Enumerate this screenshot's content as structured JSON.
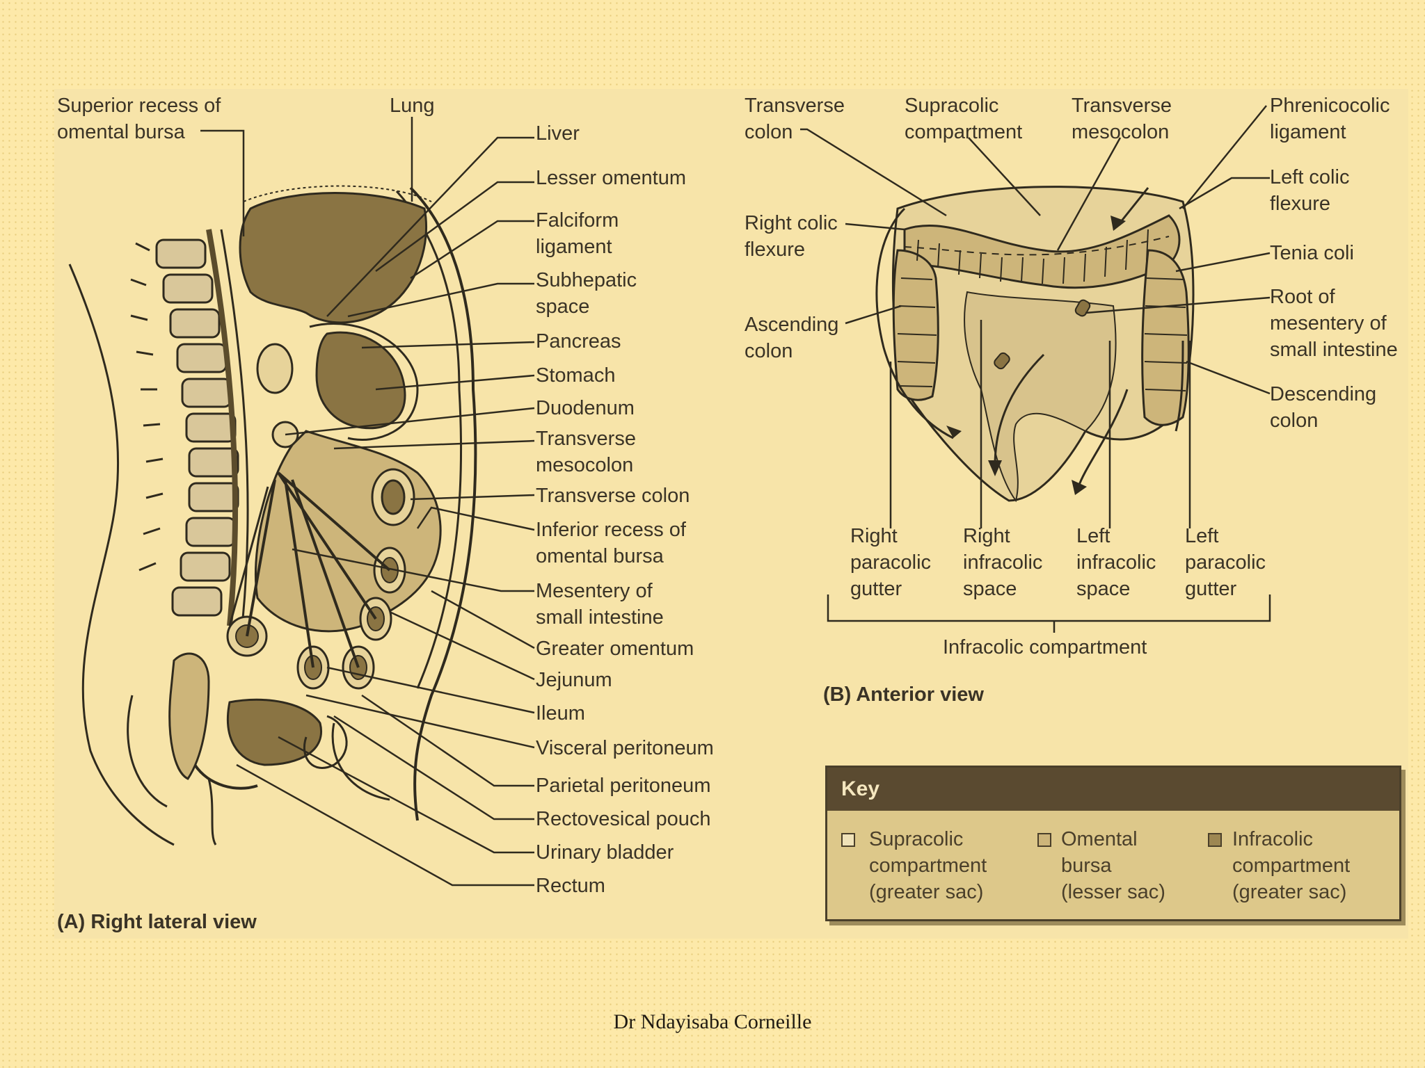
{
  "panel_a": {
    "caption": "(A) Right lateral view",
    "labels": {
      "superior_recess": "Superior recess of\nomental bursa",
      "lung": "Lung",
      "liver": "Liver",
      "lesser_omentum": "Lesser omentum",
      "falciform": "Falciform\nligament",
      "subhepatic": "Subhepatic\nspace",
      "pancreas": "Pancreas",
      "stomach": "Stomach",
      "duodenum": "Duodenum",
      "transverse_mesocolon": "Transverse\nmesocolon",
      "transverse_colon": "Transverse colon",
      "inferior_recess": "Inferior recess of\nomental bursa",
      "mesentery": "Mesentery of\nsmall intestine",
      "greater_omentum": "Greater omentum",
      "jejunum": "Jejunum",
      "ileum": "Ileum",
      "visceral_peritoneum": "Visceral peritoneum",
      "parietal_peritoneum": "Parietal peritoneum",
      "rectovesical_pouch": "Rectovesical pouch",
      "urinary_bladder": "Urinary bladder",
      "rectum": "Rectum"
    }
  },
  "panel_b": {
    "caption": "(B) Anterior view",
    "labels": {
      "transverse_colon": "Transverse\ncolon",
      "supracolic_compartment": "Supracolic\ncompartment",
      "transverse_mesocolon": "Transverse\nmesocolon",
      "phrenicocolic": "Phrenicocolic\nligament",
      "left_colic_flexure": "Left colic\nflexure",
      "right_colic_flexure": "Right colic\nflexure",
      "tenia_coli": "Tenia coli",
      "root_mesentery": "Root of\nmesentery of\nsmall intestine",
      "ascending_colon": "Ascending\ncolon",
      "descending_colon": "Descending\ncolon",
      "right_paracolic": "Right\nparacolic\ngutter",
      "right_infracolic": "Right\ninfracolic\nspace",
      "left_infracolic": "Left\ninfracolic\nspace",
      "left_paracolic": "Left\nparacolic\ngutter",
      "infracolic_compartment": "Infracolic compartment"
    }
  },
  "key": {
    "title": "Key",
    "items": [
      {
        "label": "Supracolic\ncompartment\n(greater sac)",
        "color": "#efe2b8"
      },
      {
        "label": "Omental\nbursa\n(lesser sac)",
        "color": "#cdb57a"
      },
      {
        "label": "Infracolic\ncompartment\n(greater sac)",
        "color": "#9d8752"
      }
    ]
  },
  "footer": "Dr Ndayisaba Corneille",
  "colors": {
    "background": "#fde9a9",
    "figure": "#f7e4a9",
    "line": "#2f2a1e",
    "tissue_light": "#e7d39a",
    "tissue_mid": "#cdb57a",
    "tissue_dark": "#8a7443"
  }
}
